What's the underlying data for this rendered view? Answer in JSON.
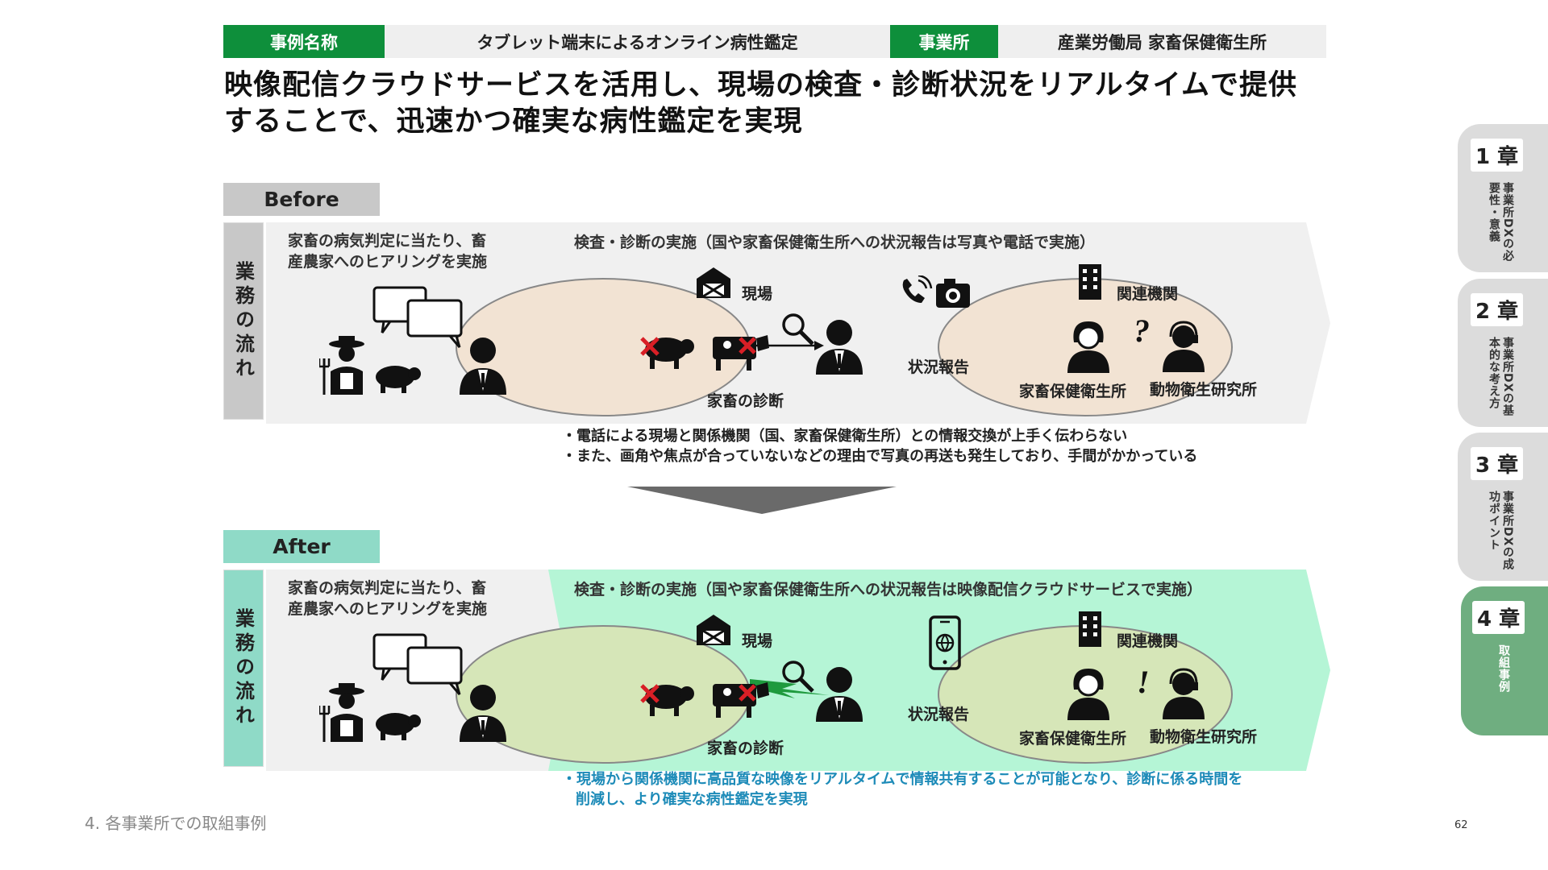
{
  "header": {
    "case_label": "事例名称",
    "case_value": "タブレット端末によるオンライン病性鑑定",
    "office_label": "事業所",
    "office_value": "産業労働局 家畜保健衛生所"
  },
  "headline": {
    "line1": "映像配信クラウドサービスを活用し、現場の検査・診断状況をリアルタイムで提供",
    "line2": "することで、迅速かつ確実な病性鑑定を実現"
  },
  "before": {
    "tag": "Before",
    "flow_label": "業務の流れ",
    "hearing_line1": "家畜の病気判定に当たり、畜",
    "hearing_line2": "産農家へのヒアリングを実施",
    "step_title": "検査・診断の実施（国や家畜保健衛生所への状況報告は写真や電話で実施）",
    "site_label": "現場",
    "diagnosis_label": "家畜の診断",
    "report_label": "状況報告",
    "related_label": "関連機関",
    "office_label": "家畜保健衛生所",
    "lab_label": "動物衛生研究所",
    "bullet1": "・電話による現場と関係機関（国、家畜保健衛生所）との情報交換が上手く伝わらない",
    "bullet2": "・また、画角や焦点が合っていないなどの理由で写真の再送も発生しており、手間がかかっている"
  },
  "after": {
    "tag": "After",
    "flow_label": "業務の流れ",
    "hearing_line1": "家畜の病気判定に当たり、畜",
    "hearing_line2": "産農家へのヒアリングを実施",
    "step_title": "検査・診断の実施（国や家畜保健衛生所への状況報告は映像配信クラウドサービスで実施）",
    "site_label": "現場",
    "diagnosis_label": "家畜の診断",
    "report_label": "状況報告",
    "related_label": "関連機関",
    "office_label": "家畜保健衛生所",
    "lab_label": "動物衛生研究所",
    "bullet1": "・現場から関係機関に高品質な映像をリアルタイムで情報共有することが可能となり、診断に係る時間を",
    "bullet2": "削減し、より確実な病性鑑定を実現"
  },
  "footer": {
    "section": "4. 各事業所での取組事例",
    "page": "62"
  },
  "chapters": [
    {
      "num": "1 章",
      "sub": "事業所DXの必要性・意義"
    },
    {
      "num": "2 章",
      "sub": "事業所DXの基本的な考え方"
    },
    {
      "num": "3 章",
      "sub": "事業所DXの成功ポイント"
    },
    {
      "num": "4 章",
      "sub": "取組事例"
    }
  ],
  "colors": {
    "header_green": "#0e8f3b",
    "before_tag": "#c8c8c8",
    "after_tag": "#8fdac7",
    "after_panel": "#b5f5d6",
    "ellipse_before": "#f2e3d3",
    "ellipse_after": "#d6e6b8",
    "after_text": "#1d8bb8",
    "chapter_active": "#6fae80"
  }
}
